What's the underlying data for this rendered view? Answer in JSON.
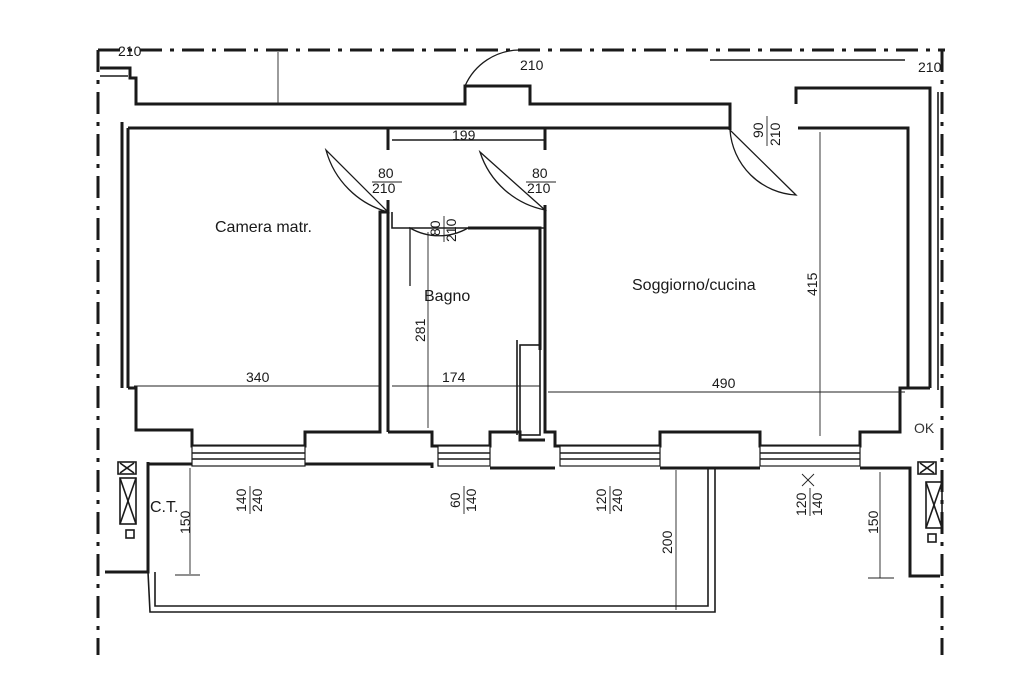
{
  "rooms": {
    "bedroom": "Camera matr.",
    "bathroom": "Bagno",
    "living": "Soggiorno/cucina",
    "boiler": "C.T."
  },
  "dimensions": {
    "top_left": "210",
    "top_center": "210",
    "top_right": "210",
    "corridor_width": "199",
    "door_left_width": "80",
    "door_left_height": "210",
    "door_mid_width": "80",
    "door_mid_height": "210",
    "door_bath_width": "80",
    "door_bath_height": "210",
    "door_entry_width": "90",
    "door_entry_height": "210",
    "living_depth": "415",
    "bath_depth": "281",
    "bedroom_width": "340",
    "bath_width": "174",
    "living_width": "490",
    "win1_width": "140",
    "win1_height": "240",
    "win2_width": "60",
    "win2_height": "140",
    "win3_width": "120",
    "win3_height": "240",
    "win4_width": "120",
    "win4_height": "140",
    "balcony_depth": "200",
    "boiler_depth": "150",
    "right_depth": "150"
  },
  "marks": {
    "ok": "OK"
  }
}
